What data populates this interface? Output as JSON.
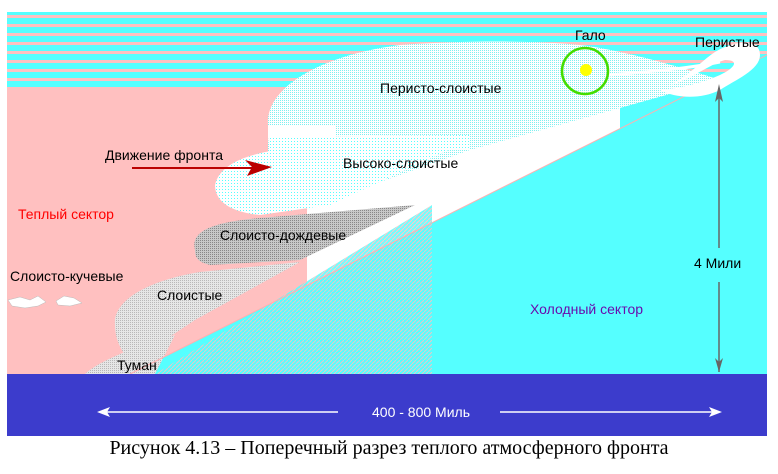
{
  "figure": {
    "caption": "Рисунок 4.13 – Поперечный разрез теплого атмосферного фронта"
  },
  "labels": {
    "halo": "Гало",
    "cirrus": "Перистые",
    "cirrostratus": "Перисто-слоистые",
    "front_movement": "Движение фронта",
    "altostratus": "Высоко-слоистые",
    "warm_sector": "Теплый сектор",
    "nimbostratus": "Слоисто-дождевые",
    "stratocumulus": "Слоисто-кучевые",
    "stratus": "Слоистые",
    "fog": "Туман",
    "height": "4 Мили",
    "cold_sector": "Холодный сектор",
    "distance": "400 - 800 Миль"
  },
  "colors": {
    "sky_cyan": "#55ffff",
    "warm_pink": "#ffc0c0",
    "ground_blue": "#3c3ccc",
    "halo_ring": "#44dd00",
    "sun": "#ffff00",
    "arrow_red": "#bb0000",
    "warm_text": "#ff0000",
    "cold_text": "#6a0dad",
    "nimbostratus_gray": "#aaaaaa",
    "stratus_gray": "#d4d4d4"
  }
}
